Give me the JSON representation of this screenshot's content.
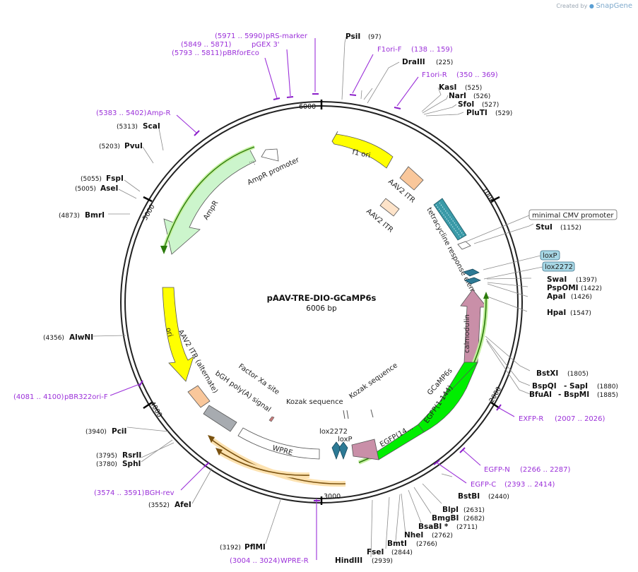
{
  "branding": "Created by",
  "branding_app": "SnapGene",
  "plasmid": {
    "name": "pAAV-TRE-DIO-GCaMP6s",
    "length": "6006 bp"
  },
  "ticks": [
    "1000",
    "2000",
    "3000",
    "4000",
    "5000",
    "6000"
  ],
  "enzymes": [
    {
      "name": "PsiI",
      "pos": "(97)"
    },
    {
      "name": "DraIII",
      "pos": "(225)"
    },
    {
      "name": "KasI",
      "pos": "(525)"
    },
    {
      "name": "NarI",
      "pos": "(526)"
    },
    {
      "name": "SfoI",
      "pos": "(527)"
    },
    {
      "name": "PluTI",
      "pos": "(529)"
    },
    {
      "name": "StuI",
      "pos": "(1152)"
    },
    {
      "name": "SwaI",
      "pos": "(1397)"
    },
    {
      "name": "PspOMI",
      "pos": "(1422)"
    },
    {
      "name": "ApaI",
      "pos": "(1426)"
    },
    {
      "name": "HpaI",
      "pos": "(1547)"
    },
    {
      "name": "BstXI",
      "pos": "(1805)"
    },
    {
      "name": "BspQI",
      "pos": "- SapI",
      "pos2": "(1880)"
    },
    {
      "name": "BfuAI",
      "pos": "- BspMI",
      "pos2": "(1885)"
    },
    {
      "name": "BstBI",
      "pos": "(2440)"
    },
    {
      "name": "BlpI",
      "pos": "(2631)"
    },
    {
      "name": "BmgBI",
      "pos": "(2682)"
    },
    {
      "name": "BsaBI *",
      "pos": "(2711)"
    },
    {
      "name": "NheI",
      "pos": "(2762)"
    },
    {
      "name": "BmtI",
      "pos": "(2766)"
    },
    {
      "name": "FseI",
      "pos": "(2844)"
    },
    {
      "name": "HindIII",
      "pos": "(2939)"
    },
    {
      "name": "PflMI",
      "pos": "(3192)"
    },
    {
      "name": "AfeI",
      "pos": "(3552)"
    },
    {
      "name": "SphI",
      "pos": "(3780)"
    },
    {
      "name": "RsrII",
      "pos": "(3795)"
    },
    {
      "name": "PciI",
      "pos": "(3940)"
    },
    {
      "name": "AlwNI",
      "pos": "(4356)"
    },
    {
      "name": "BmrI",
      "pos": "(4873)"
    },
    {
      "name": "AseI",
      "pos": "(5005)"
    },
    {
      "name": "FspI",
      "pos": "(5055)"
    },
    {
      "name": "PvuI",
      "pos": "(5203)"
    },
    {
      "name": "ScaI",
      "pos": "(5313)"
    }
  ],
  "primers": [
    {
      "name": "pRS-marker",
      "range": "(5971 .. 5990)"
    },
    {
      "name": "pGEX 3'",
      "range": "(5849 .. 5871)"
    },
    {
      "name": "pBRforEco",
      "range": "(5793 .. 5811)"
    },
    {
      "name": "F1ori-F",
      "range": "(138 .. 159)"
    },
    {
      "name": "F1ori-R",
      "range": "(350 .. 369)"
    },
    {
      "name": "Amp-R",
      "range": "(5383 .. 5402)"
    },
    {
      "name": "EXFP-R",
      "range": "(2007 .. 2026)"
    },
    {
      "name": "EGFP-N",
      "range": "(2266 .. 2287)"
    },
    {
      "name": "EGFP-C",
      "range": "(2393 .. 2414)"
    },
    {
      "name": "BGH-rev",
      "range": "(3574 .. 3591)"
    },
    {
      "name": "WPRE-R",
      "range": "(3004 .. 3024)"
    },
    {
      "name": "pBR322ori-F",
      "range": "(4081 .. 4100)"
    }
  ],
  "boxed_labels": {
    "min_cmv": "minimal CMV promoter",
    "loxp": "loxP",
    "lox2272": "lox2272"
  },
  "features": {
    "f1ori": "f1 ori",
    "aav2itr_1": "AAV2 ITR",
    "aav2itr_2": "AAV2 ITR",
    "tre": "tetracycline response element",
    "calmodulin": "calmodulin",
    "gcamp6s": "GCaMP6s",
    "egfp1": "EGFP(1-144)",
    "egfp2": "EGFP(14...",
    "kozak1": "Kozak sequence",
    "kozak2": "Kozak sequence",
    "lox2272_in": "lox2272",
    "loxp_in": "loxP",
    "wpre": "WPRE",
    "bgh": "bGH poly(A) signal",
    "factorxa": "Factor Xa site",
    "aav2itr_alt": "AAV2 ITR (alternate)",
    "ori": "ori",
    "ampr": "AmpR",
    "ampr_promoter": "AmpR promoter"
  },
  "colors": {
    "primer": "#9b30d9",
    "f1ori": "#ffff00",
    "itr": "#f9c79b",
    "tre": "#3a9aa8",
    "lox": "#2d7a95",
    "calmodulin": "#c98fa8",
    "egfp": "#00ee00",
    "ampr": "#ccf5cc",
    "wpre": "#ffffff",
    "bgh": "#a7abb0"
  }
}
